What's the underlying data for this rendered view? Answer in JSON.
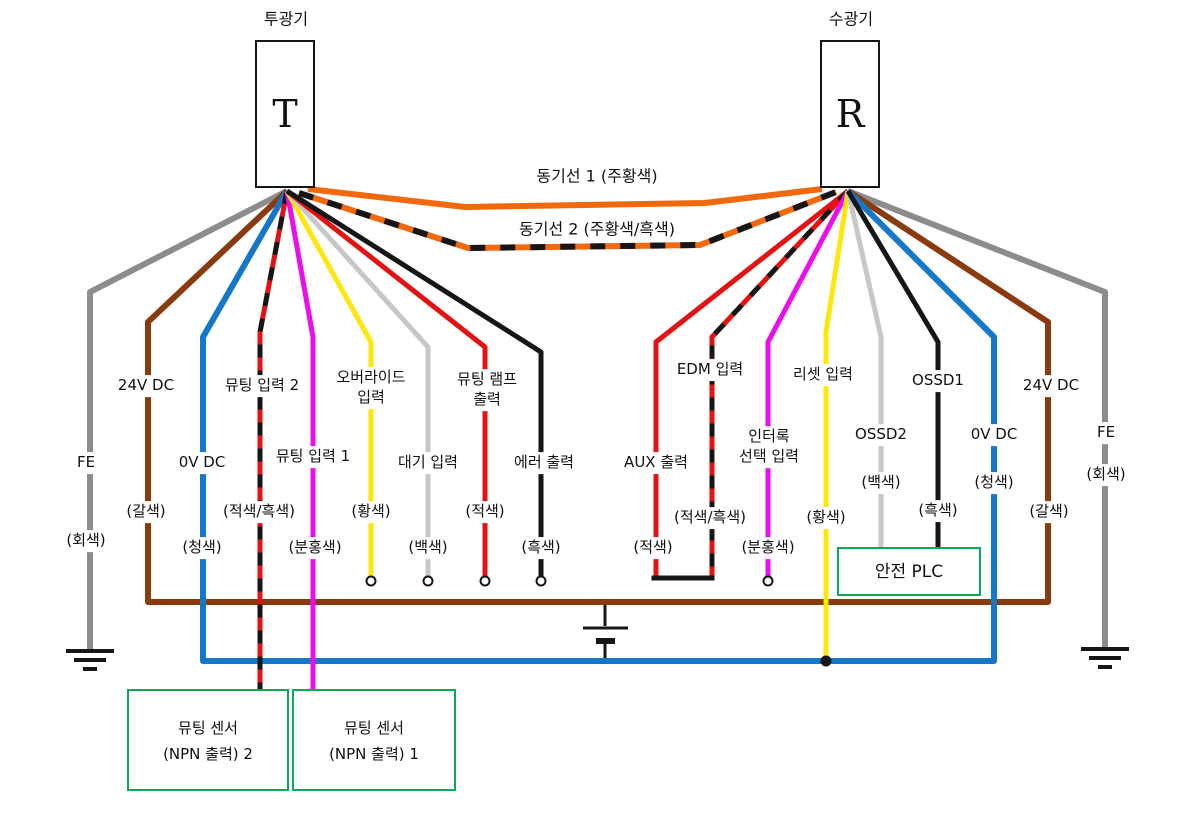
{
  "devices": {
    "transmitter": {
      "top_label": "투광기",
      "symbol": "T"
    },
    "receiver": {
      "top_label": "수광기",
      "symbol": "R"
    }
  },
  "sync_lines": {
    "sync1": {
      "label": "동기선 1 (주황색)",
      "color": "#f2690d"
    },
    "sync2": {
      "label": "동기선 2 (주황색/흑색)",
      "color": "#f2690d",
      "dash_color": "#161616"
    }
  },
  "transmitter_wires": {
    "fe": {
      "label": "FE",
      "color_label": "(회색)",
      "color": "#8c8c8c"
    },
    "v24": {
      "label": "24V DC",
      "color_label": "(갈색)",
      "color": "#8a3a0f"
    },
    "v0": {
      "label": "0V DC",
      "color_label": "(청색)",
      "color": "#1577c8"
    },
    "muting_input2": {
      "label": "뮤팅 입력 2",
      "color_label": "(적색/흑색)",
      "color": "#e41212",
      "dash_color": "#161616"
    },
    "muting_input1": {
      "label": "뮤팅 입력 1",
      "color_label": "(분홍색)",
      "color": "#ec0cec"
    },
    "override_input": {
      "label": "오버라이드\n입력",
      "color_label": "(황색)",
      "color": "#ffe70a"
    },
    "standby_input": {
      "label": "대기 입력",
      "color_label": "(백색)",
      "color": "#c7c7c7"
    },
    "muting_lamp_output": {
      "label": "뮤팅 램프\n출력",
      "color_label": "(적색)",
      "color": "#e41212"
    },
    "error_output": {
      "label": "에러 출력",
      "color_label": "(흑색)",
      "color": "#161616"
    }
  },
  "receiver_wires": {
    "aux_output": {
      "label": "AUX 출력",
      "color_label": "(적색)",
      "color": "#e41212"
    },
    "edm_input": {
      "label": "EDM 입력",
      "color_label": "(적색/흑색)",
      "color": "#e41212",
      "dash_color": "#161616"
    },
    "interlock_select_input": {
      "label": "인터록\n선택 입력",
      "color_label": "(분홍색)",
      "color": "#ec0cec"
    },
    "reset_input": {
      "label": "리셋 입력",
      "color_label": "(황색)",
      "color": "#ffe70a"
    },
    "ossd2": {
      "label": "OSSD2",
      "color_label": "(백색)",
      "color": "#c7c7c7"
    },
    "ossd1": {
      "label": "OSSD1",
      "color_label": "(흑색)",
      "color": "#161616"
    },
    "v0": {
      "label": "0V DC",
      "color_label": "(청색)",
      "color": "#1577c8"
    },
    "v24": {
      "label": "24V DC",
      "color_label": "(갈색)",
      "color": "#8a3a0f"
    },
    "fe": {
      "label": "FE",
      "color_label": "(회색)",
      "color": "#8c8c8c"
    }
  },
  "boxes": {
    "muting_sensor2": {
      "label": "뮤팅 센서\n(NPN 출력) 2",
      "border_color": "#0caa55"
    },
    "muting_sensor1": {
      "label": "뮤팅 센서\n(NPN 출력) 1",
      "border_color": "#0caa55"
    },
    "safety_plc": {
      "label": "안전 PLC",
      "border_color": "#0caa55"
    }
  }
}
